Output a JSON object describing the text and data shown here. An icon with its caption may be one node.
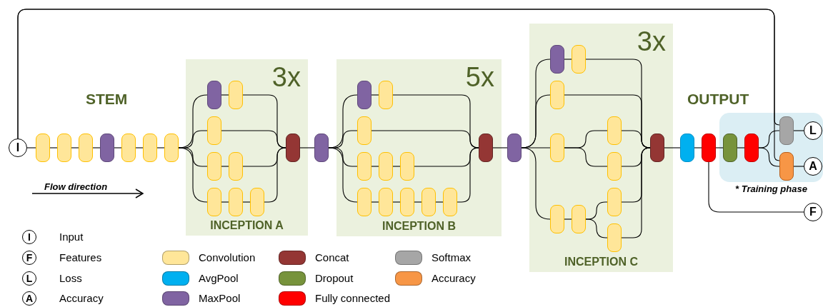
{
  "diagram": {
    "nodes": [
      {
        "text": [
          "I"
        ]
      },
      {
        "text": [],
        "shape": "box"
      },
      {
        "text": [],
        "shape": "box"
      },
      {
        "text": [],
        "shape": "box"
      },
      {
        "text": [],
        "shape": "box"
      },
      {
        "text": [],
        "shape": "box"
      },
      {
        "text": [],
        "shape": "box"
      },
      {
        "text": [],
        "shape": "box"
      },
      {
        "text": [
          "3x",
          "INCEPTION A"
        ]
      },
      {
        "text": [],
        "shape": "box",
        "in": 8
      },
      {
        "text": [],
        "shape": "box",
        "in": 8
      },
      {
        "text": [],
        "shape": "box",
        "in": 8
      },
      {
        "text": [],
        "shape": "box",
        "in": 8
      },
      {
        "text": [],
        "shape": "box",
        "in": 8
      },
      {
        "text": [],
        "shape": "box",
        "in": 8
      },
      {
        "text": [],
        "shape": "box",
        "in": 8
      },
      {
        "text": [],
        "shape": "box",
        "in": 8
      },
      {
        "text": [],
        "shape": "box",
        "in": 8
      },
      {
        "text": [],
        "shape": "box"
      },
      {
        "text": [
          "5x",
          "INCEPTION B"
        ]
      },
      {
        "text": [],
        "shape": "box",
        "in": 19
      },
      {
        "text": [],
        "shape": "box",
        "in": 19
      },
      {
        "text": [],
        "shape": "box",
        "in": 19
      },
      {
        "text": [],
        "shape": "box",
        "in": 19
      },
      {
        "text": [],
        "shape": "box",
        "in": 19
      },
      {
        "text": [],
        "shape": "box",
        "in": 19
      },
      {
        "text": [],
        "shape": "box",
        "in": 19
      },
      {
        "text": [],
        "shape": "box",
        "in": 19
      },
      {
        "text": [],
        "shape": "box",
        "in": 19
      },
      {
        "text": [],
        "shape": "box",
        "in": 19
      },
      {
        "text": [],
        "shape": "box",
        "in": 19
      },
      {
        "text": [],
        "shape": "box",
        "in": 19
      },
      {
        "text": [],
        "shape": "box"
      },
      {
        "text": [
          "3x",
          "INCEPTION C"
        ]
      },
      {
        "text": [],
        "shape": "box",
        "in": 33
      },
      {
        "text": [],
        "shape": "box",
        "in": 33
      },
      {
        "text": [],
        "shape": "box",
        "in": 33
      },
      {
        "text": [],
        "shape": "box",
        "in": 33
      },
      {
        "text": [],
        "shape": "box",
        "in": 33
      },
      {
        "text": [],
        "shape": "box",
        "in": 33
      },
      {
        "text": [],
        "shape": "box",
        "in": 33
      },
      {
        "text": [],
        "shape": "box",
        "in": 33
      },
      {
        "text": [],
        "shape": "box",
        "in": 33
      },
      {
        "text": [],
        "shape": "box",
        "in": 33
      },
      {
        "text": [],
        "shape": "box",
        "in": 33
      },
      {
        "text": [],
        "shape": "box"
      },
      {
        "text": [],
        "shape": "box"
      },
      {
        "text": [
          "* Training phase"
        ]
      },
      {
        "text": [],
        "shape": "box",
        "in": 47
      },
      {
        "text": [],
        "shape": "box",
        "in": 47
      },
      {
        "text": [],
        "shape": "box",
        "in": 47
      },
      {
        "text": [],
        "shape": "box",
        "in": 47
      },
      {
        "text": [
          "L"
        ],
        "in": 47
      },
      {
        "text": [
          "A"
        ],
        "in": 47
      },
      {
        "text": [
          "F"
        ]
      }
    ],
    "edges": [
      {
        "from": 0,
        "to": 1,
        "arrow": "none"
      },
      {
        "from": 1,
        "to": 2,
        "arrow": "none"
      },
      {
        "from": 2,
        "to": 3,
        "arrow": "none"
      },
      {
        "from": 3,
        "to": 4,
        "arrow": "none"
      },
      {
        "from": 4,
        "to": 5,
        "arrow": "none"
      },
      {
        "from": 5,
        "to": 6,
        "arrow": "none"
      },
      {
        "from": 6,
        "to": 7,
        "arrow": "none"
      },
      {
        "from": 7,
        "to": 9,
        "arrow": "none"
      },
      {
        "from": 7,
        "to": 11,
        "arrow": "none"
      },
      {
        "from": 7,
        "to": 12,
        "arrow": "none"
      },
      {
        "from": 7,
        "to": 14,
        "arrow": "none"
      },
      {
        "from": 9,
        "to": 10,
        "arrow": "none"
      },
      {
        "from": 12,
        "to": 13,
        "arrow": "none"
      },
      {
        "from": 14,
        "to": 15,
        "arrow": "none"
      },
      {
        "from": 15,
        "to": 16,
        "arrow": "none"
      },
      {
        "from": 10,
        "to": 17,
        "arrow": "none"
      },
      {
        "from": 11,
        "to": 17,
        "arrow": "none"
      },
      {
        "from": 13,
        "to": 17,
        "arrow": "none"
      },
      {
        "from": 16,
        "to": 17,
        "arrow": "none"
      },
      {
        "from": 17,
        "to": 18,
        "arrow": "none"
      },
      {
        "from": 18,
        "to": 20,
        "arrow": "none"
      },
      {
        "from": 18,
        "to": 22,
        "arrow": "none"
      },
      {
        "from": 18,
        "to": 23,
        "arrow": "none"
      },
      {
        "from": 18,
        "to": 26,
        "arrow": "none"
      },
      {
        "from": 20,
        "to": 21,
        "arrow": "none"
      },
      {
        "from": 23,
        "to": 24,
        "arrow": "none"
      },
      {
        "from": 24,
        "to": 25,
        "arrow": "none"
      },
      {
        "from": 26,
        "to": 27,
        "arrow": "none"
      },
      {
        "from": 27,
        "to": 28,
        "arrow": "none"
      },
      {
        "from": 28,
        "to": 29,
        "arrow": "none"
      },
      {
        "from": 29,
        "to": 30,
        "arrow": "none"
      },
      {
        "from": 21,
        "to": 31,
        "arrow": "none"
      },
      {
        "from": 22,
        "to": 31,
        "arrow": "none"
      },
      {
        "from": 25,
        "to": 31,
        "arrow": "none"
      },
      {
        "from": 30,
        "to": 31,
        "arrow": "none"
      },
      {
        "from": 31,
        "to": 32,
        "arrow": "none"
      },
      {
        "from": 32,
        "to": 34,
        "arrow": "none"
      },
      {
        "from": 32,
        "to": 36,
        "arrow": "none"
      },
      {
        "from": 32,
        "to": 37,
        "arrow": "none"
      },
      {
        "from": 32,
        "to": 40,
        "arrow": "none"
      },
      {
        "from": 34,
        "to": 35,
        "arrow": "none"
      },
      {
        "from": 37,
        "to": 38,
        "arrow": "none"
      },
      {
        "from": 37,
        "to": 39,
        "arrow": "none"
      },
      {
        "from": 40,
        "to": 41,
        "arrow": "none"
      },
      {
        "from": 41,
        "to": 42,
        "arrow": "none"
      },
      {
        "from": 41,
        "to": 43,
        "arrow": "none"
      },
      {
        "from": 35,
        "to": 44,
        "arrow": "none"
      },
      {
        "from": 36,
        "to": 44,
        "arrow": "none"
      },
      {
        "from": 38,
        "to": 44,
        "arrow": "none"
      },
      {
        "from": 39,
        "to": 44,
        "arrow": "none"
      },
      {
        "from": 42,
        "to": 44,
        "arrow": "none"
      },
      {
        "from": 43,
        "to": 44,
        "arrow": "none"
      },
      {
        "from": 44,
        "to": 45,
        "arrow": "none"
      },
      {
        "from": 45,
        "to": 46,
        "arrow": "none"
      },
      {
        "from": 46,
        "to": 48,
        "arrow": "none"
      },
      {
        "from": 48,
        "to": 49,
        "arrow": "none"
      },
      {
        "from": 49,
        "to": 50,
        "arrow": "none"
      },
      {
        "from": 49,
        "to": 51,
        "arrow": "none"
      },
      {
        "from": 50,
        "to": 52,
        "arrow": "none"
      },
      {
        "from": 51,
        "to": 53,
        "arrow": "none"
      },
      {
        "from": 46,
        "to": 54,
        "arrow": "none"
      },
      {
        "from": 0,
        "to": 50,
        "arrow": "none"
      },
      {
        "from": 0,
        "to": 51,
        "arrow": "none"
      }
    ],
    "labels": [
      "STEM",
      "OUTPUT",
      "Flow direction",
      "I",
      "F",
      "L",
      "A"
    ],
    "legend": [
      {
        "text": "Input"
      },
      {
        "text": "Features"
      },
      {
        "text": "Loss"
      },
      {
        "text": "Accuracy"
      },
      {
        "text": "Convolution",
        "color": "#ffe699"
      },
      {
        "text": "AvgPool",
        "color": "#00b0f0"
      },
      {
        "text": "MaxPool",
        "color": "#8064a2"
      },
      {
        "text": "Concat",
        "color": "#943634"
      },
      {
        "text": "Dropout",
        "color": "#77933c"
      },
      {
        "text": "Fully connected",
        "color": "#ff0000"
      },
      {
        "text": "Softmax",
        "color": "#a6a6a6"
      },
      {
        "text": "Accuracy",
        "color": "#f79646"
      }
    ]
  }
}
